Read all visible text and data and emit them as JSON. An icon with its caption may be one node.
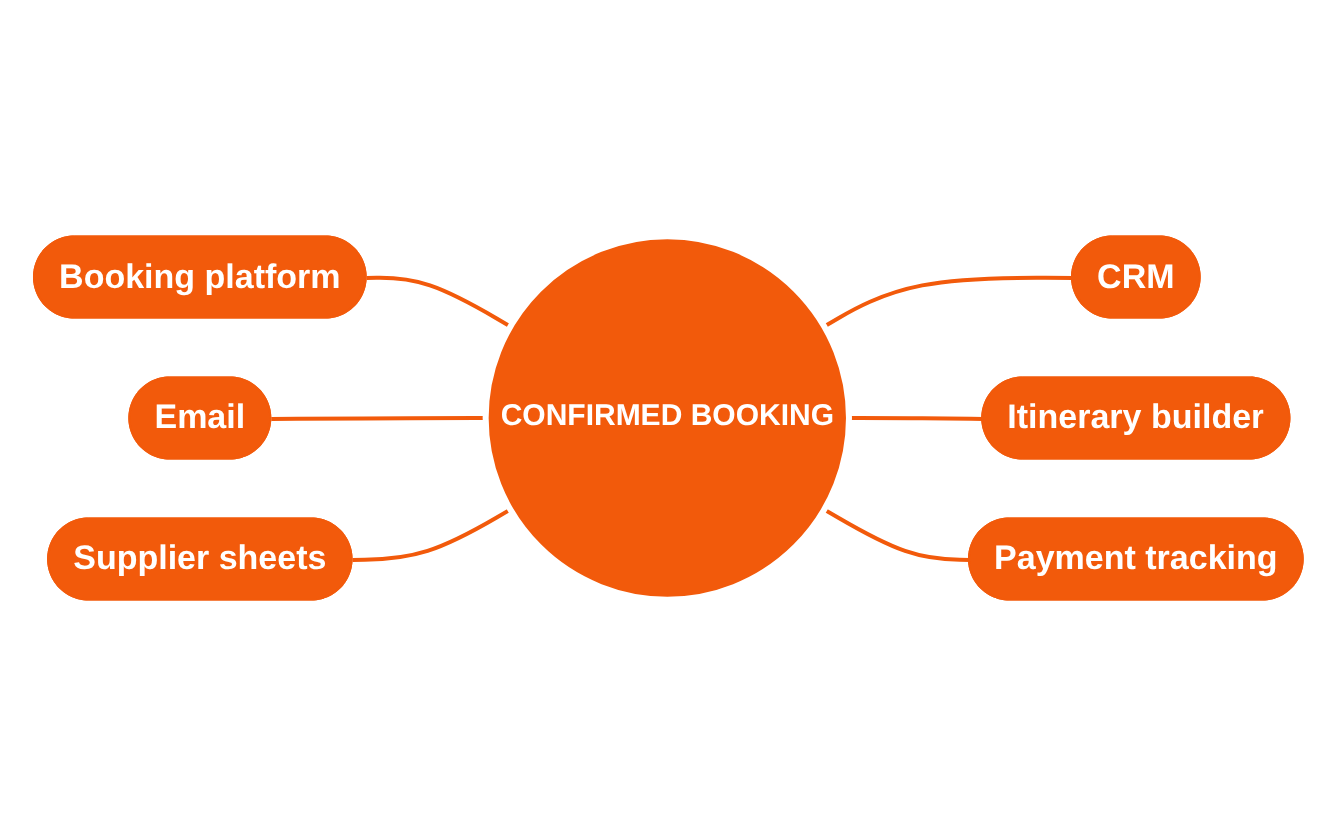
{
  "diagram": {
    "nodes": [
      {
        "text": [
          "Booking platform"
        ]
      },
      {
        "text": [
          "Email"
        ]
      },
      {
        "text": [
          "Supplier sheets"
        ]
      },
      {
        "text": [
          "CONFIRMED BOOKING"
        ]
      },
      {
        "text": [
          "CRM"
        ]
      },
      {
        "text": [
          "Itinerary builder"
        ]
      },
      {
        "text": [
          "Payment tracking"
        ]
      }
    ],
    "edges": [
      {
        "from": 0,
        "to": 3,
        "arrow": "none"
      },
      {
        "from": 1,
        "to": 3,
        "arrow": "none"
      },
      {
        "from": 2,
        "to": 3,
        "arrow": "none"
      },
      {
        "from": 3,
        "to": 4,
        "arrow": "none"
      },
      {
        "from": 3,
        "to": 5,
        "arrow": "none"
      },
      {
        "from": 3,
        "to": 6,
        "arrow": "none"
      }
    ]
  }
}
